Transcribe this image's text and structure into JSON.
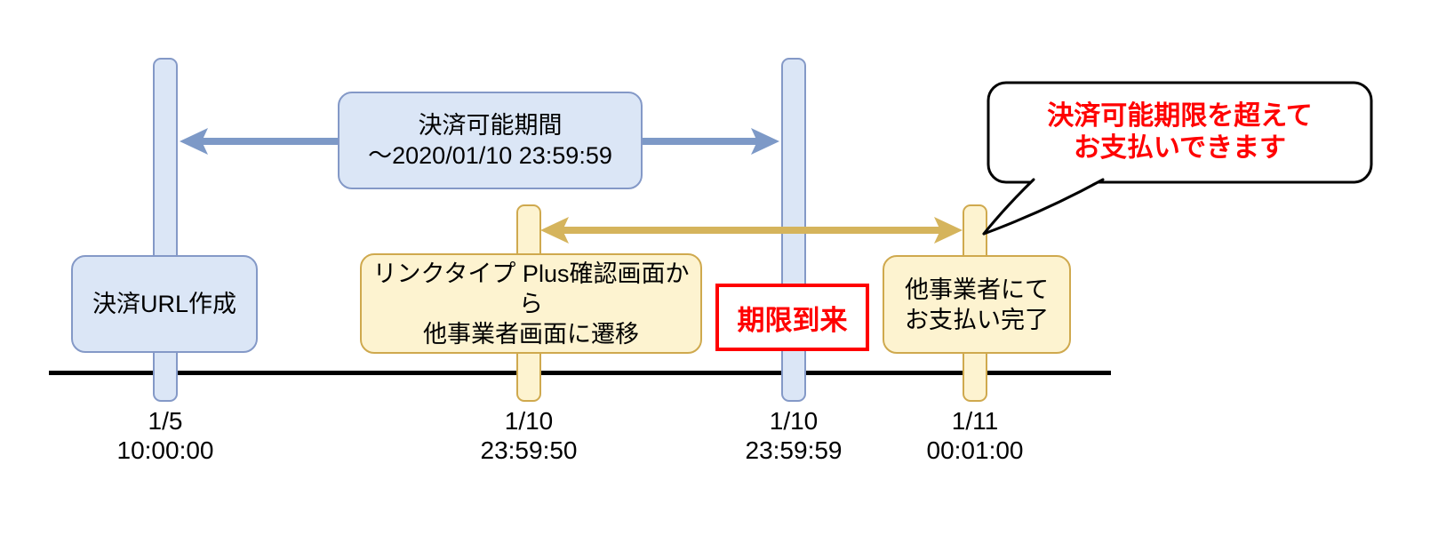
{
  "colors": {
    "blue_fill": "#dbe6f6",
    "blue_stroke": "#8499c7",
    "yellow_fill": "#fdf3d0",
    "yellow_stroke": "#cfa94e",
    "blue_arrow": "#7d99c7",
    "gold_arrow": "#d5b45c",
    "alert_red": "#ff0000",
    "axis_black": "#000000"
  },
  "period_label": {
    "line1": "決済可能期間",
    "line2": "～2020/01/10 23:59:59"
  },
  "events": [
    {
      "name": "payment-url-created",
      "date": "1/5",
      "time": "10:00:00",
      "label": "決済URL作成"
    },
    {
      "name": "transition-to-partner",
      "date": "1/10",
      "time": "23:59:50",
      "label_line1": "リンクタイプ Plus確認画面から",
      "label_line2": "他事業者画面に遷移"
    },
    {
      "name": "deadline-reached",
      "date": "1/10",
      "time": "23:59:59",
      "label": "期限到来"
    },
    {
      "name": "payment-completed",
      "date": "1/11",
      "time": "00:01:00",
      "label_line1": "他事業者にて",
      "label_line2": "お支払い完了"
    }
  ],
  "callout": {
    "line1": "決済可能期限を超えて",
    "line2": "お支払いできます"
  }
}
